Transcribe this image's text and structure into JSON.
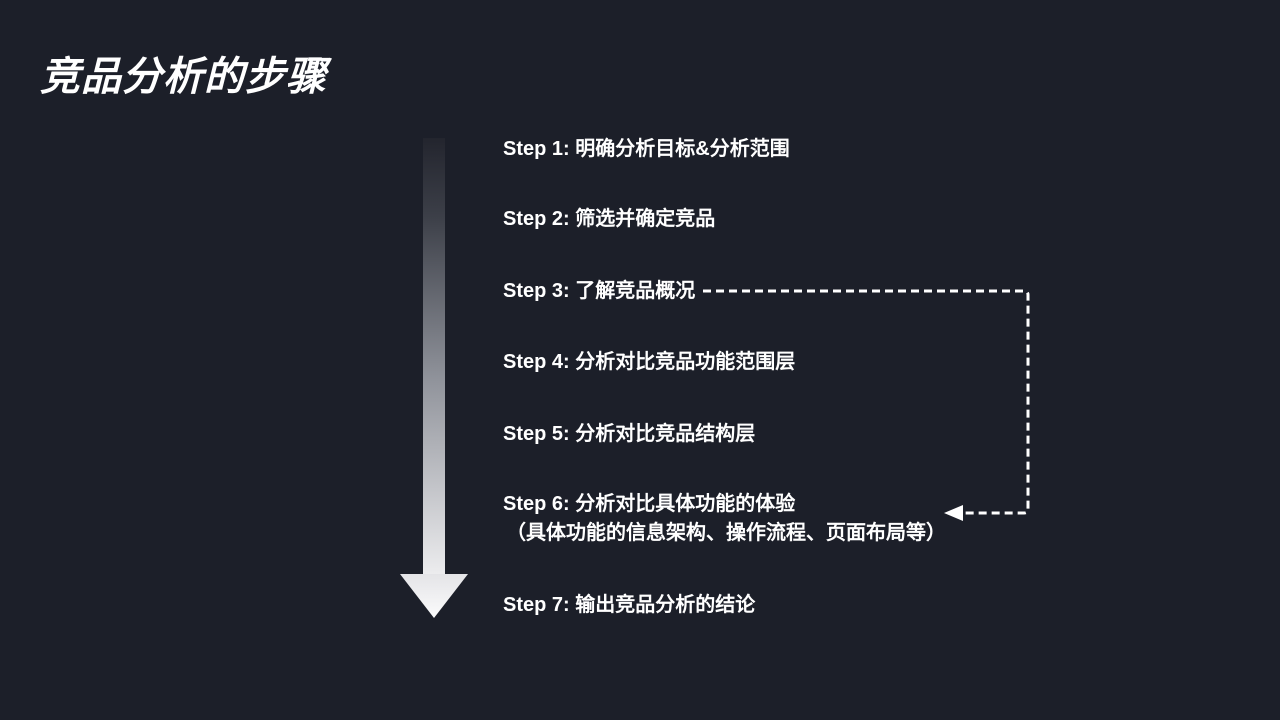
{
  "slide": {
    "title": "竞品分析的步骤",
    "background_color": "#1c1f29",
    "text_color": "#ffffff"
  },
  "steps": [
    {
      "label": "Step 1:",
      "text": "明确分析目标&分析范围"
    },
    {
      "label": "Step 2:",
      "text": "筛选并确定竞品"
    },
    {
      "label": "Step 3:",
      "text": "了解竞品概况"
    },
    {
      "label": "Step 4:",
      "text": "分析对比竞品功能范围层"
    },
    {
      "label": "Step 5:",
      "text": "分析对比竞品结构层"
    },
    {
      "label": "Step 6:",
      "text": "分析对比具体功能的体验",
      "note": "（具体功能的信息架构、操作流程、页面布局等）"
    },
    {
      "label": "Step 7:",
      "text": "输出竞品分析的结论"
    }
  ],
  "connector": {
    "from": "Step 3",
    "to": "Step 6",
    "style": "dashed",
    "color": "#ffffff"
  },
  "flow_arrow": {
    "direction": "down",
    "gradient_top": "#23252e",
    "gradient_bottom": "#f4f4f5"
  }
}
